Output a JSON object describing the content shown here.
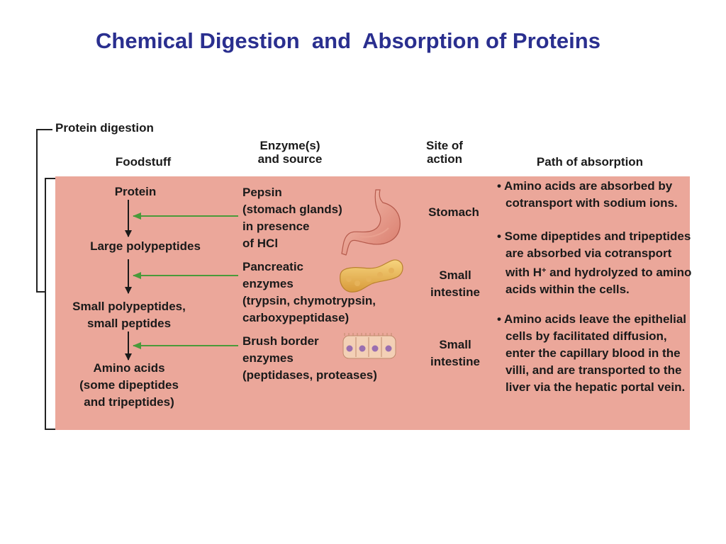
{
  "title": "Chemical Digestion  and  Absorption of Proteins",
  "section_label": "Protein digestion",
  "headers": {
    "foodstuff": "Foodstuff",
    "enzyme_line1": "Enzyme(s)",
    "enzyme_line2": "and source",
    "site_line1": "Site of",
    "site_line2": "action",
    "path": "Path of absorption"
  },
  "foodstuff": {
    "protein": "Protein",
    "large": "Large polypeptides",
    "small_line1": "Small polypeptides,",
    "small_line2": "small peptides",
    "amino_line1": "Amino acids",
    "amino_line2": "(some dipeptides",
    "amino_line3": "and tripeptides)"
  },
  "enzymes": [
    {
      "lines": [
        "Pepsin",
        "(stomach glands)",
        "in presence",
        "of HCl"
      ],
      "image": "stomach-illustration"
    },
    {
      "lines": [
        "Pancreatic",
        "enzymes",
        "(trypsin, chymotrypsin,",
        "carboxypeptidase)"
      ],
      "image": "pancreas-illustration"
    },
    {
      "lines": [
        "Brush border",
        "enzymes",
        "(peptidases, proteases)"
      ],
      "image": "brush-border-cells-illustration"
    }
  ],
  "sites": {
    "s1": "Stomach",
    "s2_line1": "Small",
    "s2_line2": "intestine",
    "s3_line1": "Small",
    "s3_line2": "intestine"
  },
  "absorption": {
    "b1": "• Amino acids are absorbed by cotransport with sodium ions.",
    "b2_pre": "• Some dipeptides and tripeptides are absorbed via cotransport with H",
    "b2_sup": "+",
    "b2_post": " and hydrolyzed to amino acids within the cells.",
    "b3": "• Amino acids leave the epithelial cells by facilitated diffusion, enter the capillary blood in the villi, and are transported to the liver via the hepatic portal vein."
  },
  "colors": {
    "title": "#2a2f8f",
    "panel": "#eba79a",
    "arrow_green": "#4a9a3a"
  }
}
